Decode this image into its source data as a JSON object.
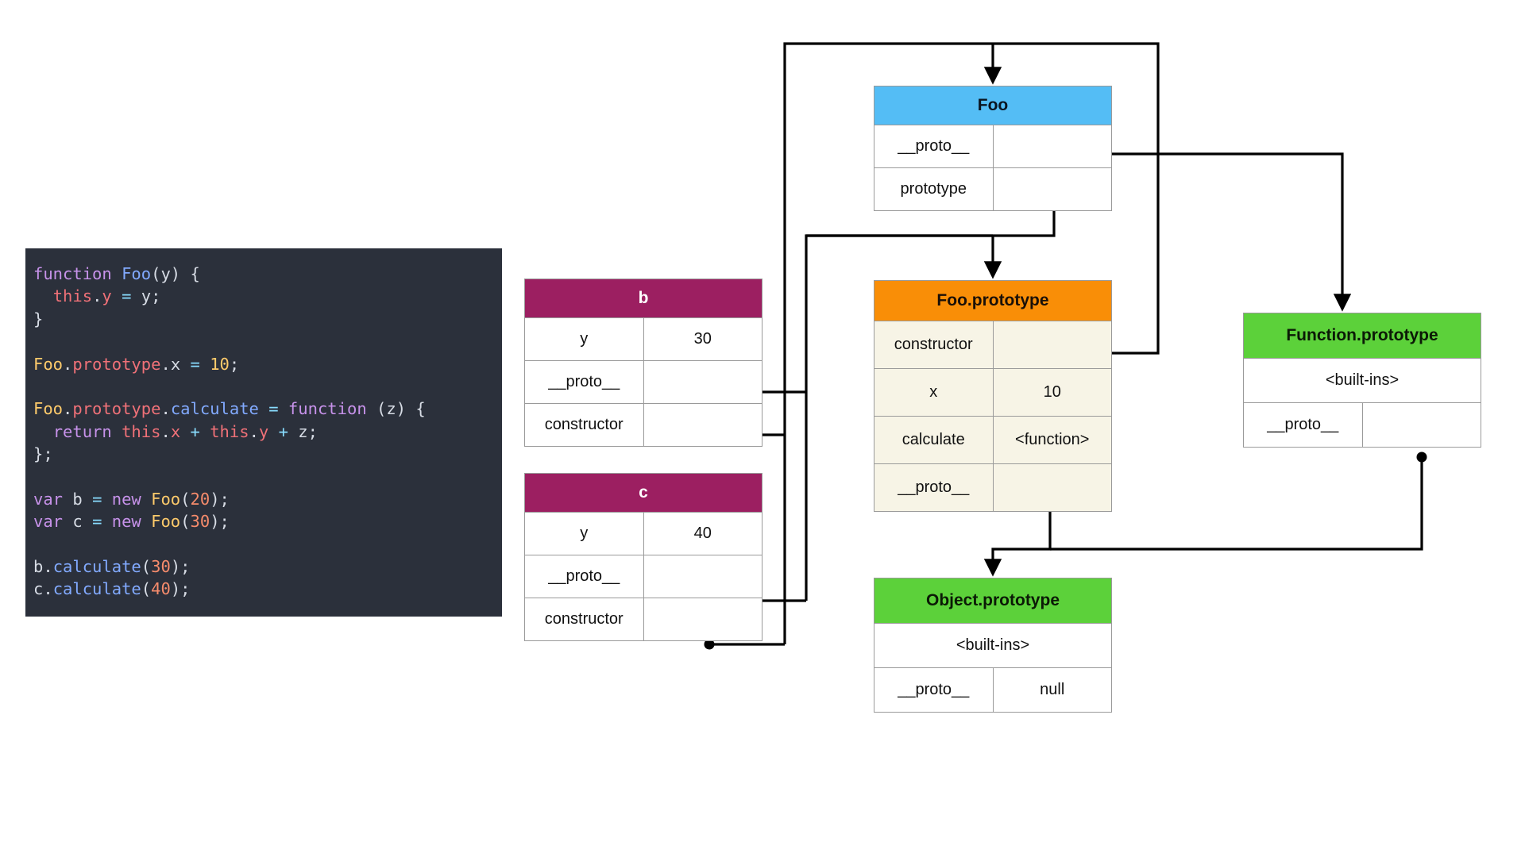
{
  "diagram": {
    "title": "JavaScript prototype chain diagram",
    "colors": {
      "code_background": "#2b303b",
      "instance_header": "#9c1f61",
      "foo_header": "#54bdf5",
      "foo_prototype_header": "#f98e07",
      "foo_prototype_body": "#f7f4e6",
      "builtin_prototype_header": "#5cd13a",
      "wire": "#000000",
      "table_border": "#9a9a9a"
    }
  },
  "code": {
    "language": "javascript",
    "lines": [
      [
        {
          "t": "function ",
          "c": "kw"
        },
        {
          "t": "Foo",
          "c": "fn"
        },
        {
          "t": "(y) {",
          "c": "punc"
        }
      ],
      [
        {
          "t": "  ",
          "c": "plain"
        },
        {
          "t": "this",
          "c": "this"
        },
        {
          "t": ".",
          "c": "punc"
        },
        {
          "t": "y ",
          "c": "prop"
        },
        {
          "t": "= ",
          "c": "op"
        },
        {
          "t": "y;",
          "c": "plain"
        }
      ],
      [
        {
          "t": "}",
          "c": "punc"
        }
      ],
      [],
      [
        {
          "t": "Foo",
          "c": "obj"
        },
        {
          "t": ".",
          "c": "punc"
        },
        {
          "t": "prototype",
          "c": "prop"
        },
        {
          "t": ".",
          "c": "punc"
        },
        {
          "t": "x ",
          "c": "plain"
        },
        {
          "t": "= ",
          "c": "op"
        },
        {
          "t": "10",
          "c": "obj"
        },
        {
          "t": ";",
          "c": "punc"
        }
      ],
      [],
      [
        {
          "t": "Foo",
          "c": "obj"
        },
        {
          "t": ".",
          "c": "punc"
        },
        {
          "t": "prototype",
          "c": "prop"
        },
        {
          "t": ".",
          "c": "punc"
        },
        {
          "t": "calculate ",
          "c": "fn"
        },
        {
          "t": "= ",
          "c": "op"
        },
        {
          "t": "function ",
          "c": "kw"
        },
        {
          "t": "(z) {",
          "c": "punc"
        }
      ],
      [
        {
          "t": "  ",
          "c": "plain"
        },
        {
          "t": "return ",
          "c": "kw"
        },
        {
          "t": "this",
          "c": "this"
        },
        {
          "t": ".",
          "c": "punc"
        },
        {
          "t": "x ",
          "c": "prop"
        },
        {
          "t": "+ ",
          "c": "op"
        },
        {
          "t": "this",
          "c": "this"
        },
        {
          "t": ".",
          "c": "punc"
        },
        {
          "t": "y ",
          "c": "prop"
        },
        {
          "t": "+ ",
          "c": "op"
        },
        {
          "t": "z;",
          "c": "plain"
        }
      ],
      [
        {
          "t": "};",
          "c": "punc"
        }
      ],
      [],
      [
        {
          "t": "var ",
          "c": "kw"
        },
        {
          "t": "b ",
          "c": "plain"
        },
        {
          "t": "= ",
          "c": "op"
        },
        {
          "t": "new ",
          "c": "kw"
        },
        {
          "t": "Foo",
          "c": "obj"
        },
        {
          "t": "(",
          "c": "punc"
        },
        {
          "t": "20",
          "c": "num"
        },
        {
          "t": ");",
          "c": "punc"
        }
      ],
      [
        {
          "t": "var ",
          "c": "kw"
        },
        {
          "t": "c ",
          "c": "plain"
        },
        {
          "t": "= ",
          "c": "op"
        },
        {
          "t": "new ",
          "c": "kw"
        },
        {
          "t": "Foo",
          "c": "obj"
        },
        {
          "t": "(",
          "c": "punc"
        },
        {
          "t": "30",
          "c": "num"
        },
        {
          "t": ");",
          "c": "punc"
        }
      ],
      [],
      [
        {
          "t": "b",
          "c": "plain"
        },
        {
          "t": ".",
          "c": "punc"
        },
        {
          "t": "calculate",
          "c": "fn"
        },
        {
          "t": "(",
          "c": "punc"
        },
        {
          "t": "30",
          "c": "num"
        },
        {
          "t": ");",
          "c": "punc"
        }
      ],
      [
        {
          "t": "c",
          "c": "plain"
        },
        {
          "t": ".",
          "c": "punc"
        },
        {
          "t": "calculate",
          "c": "fn"
        },
        {
          "t": "(",
          "c": "punc"
        },
        {
          "t": "40",
          "c": "num"
        },
        {
          "t": ");",
          "c": "punc"
        }
      ]
    ]
  },
  "tables": {
    "b": {
      "title": "b",
      "rows": [
        {
          "key": "y",
          "value": "30",
          "pointer": false
        },
        {
          "key": "__proto__",
          "value": "",
          "pointer": true
        },
        {
          "key": "constructor",
          "value": "",
          "pointer": true
        }
      ]
    },
    "c": {
      "title": "c",
      "rows": [
        {
          "key": "y",
          "value": "40",
          "pointer": false
        },
        {
          "key": "__proto__",
          "value": "",
          "pointer": true
        },
        {
          "key": "constructor",
          "value": "",
          "pointer": true
        }
      ]
    },
    "foo": {
      "title": "Foo",
      "rows": [
        {
          "key": "__proto__",
          "value": "",
          "pointer": true
        },
        {
          "key": "prototype",
          "value": "",
          "pointer": true
        }
      ]
    },
    "foo_prototype": {
      "title": "Foo.prototype",
      "rows": [
        {
          "key": "constructor",
          "value": "",
          "pointer": true
        },
        {
          "key": "x",
          "value": "10",
          "pointer": false
        },
        {
          "key": "calculate",
          "value": "<function>",
          "pointer": false
        },
        {
          "key": "__proto__",
          "value": "",
          "pointer": true
        }
      ]
    },
    "function_prototype": {
      "title": "Function.prototype",
      "builtins": "<built-ins>",
      "rows": [
        {
          "key": "__proto__",
          "value": "",
          "pointer": true
        }
      ]
    },
    "object_prototype": {
      "title": "Object.prototype",
      "builtins": "<built-ins>",
      "rows": [
        {
          "key": "__proto__",
          "value": "null",
          "pointer": false
        }
      ]
    }
  },
  "connections": [
    {
      "from": "b.__proto__",
      "to": "Foo.prototype"
    },
    {
      "from": "b.constructor",
      "to": "Foo"
    },
    {
      "from": "c.__proto__",
      "to": "Foo.prototype"
    },
    {
      "from": "c.constructor",
      "to": "Foo"
    },
    {
      "from": "Foo.__proto__",
      "to": "Function.prototype"
    },
    {
      "from": "Foo.prototype",
      "to": "Foo.prototype"
    },
    {
      "from": "Foo.prototype.constructor",
      "to": "Foo"
    },
    {
      "from": "Foo.prototype.__proto__",
      "to": "Object.prototype"
    },
    {
      "from": "Function.prototype.__proto__",
      "to": "Object.prototype"
    }
  ]
}
